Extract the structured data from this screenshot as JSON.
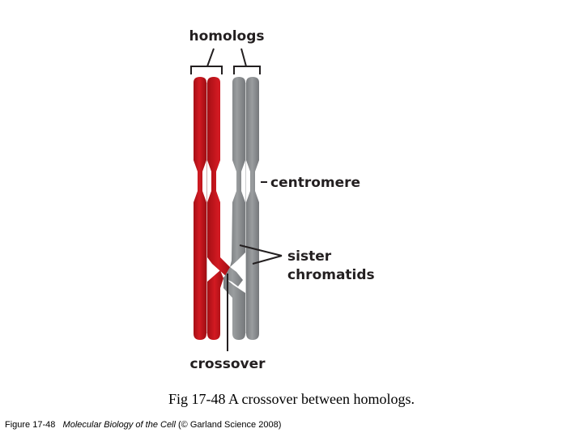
{
  "labels": {
    "homologs": "homologs",
    "centromere": "centromere",
    "sister_line1": "sister",
    "sister_line2": "chromatids",
    "crossover": "crossover"
  },
  "caption": "Fig 17-48 A crossover between homologs.",
  "credit": {
    "figure": "Figure 17-48",
    "book": "Molecular Biology of the Cell",
    "publisher": "(© Garland Science 2008)"
  },
  "colors": {
    "red_chromatid": "#c8141b",
    "gray_chromatid": "#8f9294",
    "label_text": "#231f20"
  }
}
